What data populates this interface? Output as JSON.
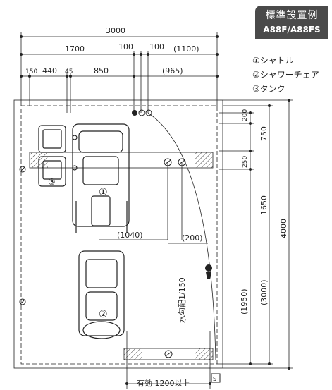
{
  "badge": {
    "title": "標準設置例",
    "model": "A88F/A88FS"
  },
  "legend": [
    "①シャトル",
    "②シャワーチェア",
    "③タンク"
  ],
  "dimensions": {
    "total_width": "3000",
    "width_1700": "1700",
    "width_100a": "100",
    "width_100b": "100",
    "width_1100": "(1100)",
    "width_150": "150",
    "width_440": "440",
    "width_45": "45",
    "width_850": "850",
    "width_965": "(965)",
    "dim_1040": "(1040)",
    "dim_200_bottom": "(200)",
    "right_200": "200",
    "right_750": "750",
    "right_250": "250",
    "right_1650": "1650",
    "right_1950": "(1950)",
    "right_3000": "(3000)",
    "right_4000": "4000",
    "effective": "有効 1200以上",
    "slope": "水勾配1/150"
  },
  "markers": {
    "shuttle": "①",
    "chair": "②",
    "tank": "③",
    "s": "S"
  }
}
